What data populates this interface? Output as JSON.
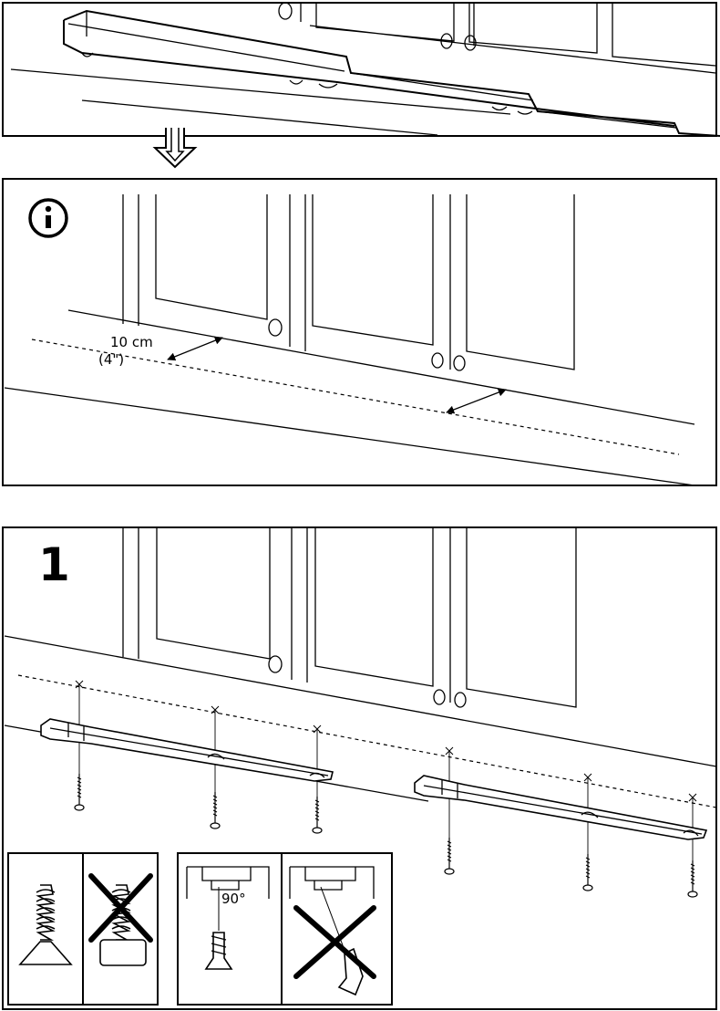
{
  "page": {
    "title": ""
  },
  "panel_info": {
    "icon": "info-icon",
    "icon_glyph": "i",
    "distance_metric": "10 cm",
    "distance_imperial": "(4\")"
  },
  "panel_step1": {
    "step_number": "1",
    "angle_label": "90°",
    "hints": [
      {
        "id": "screw-correct",
        "state": "correct"
      },
      {
        "id": "screw-wrong",
        "state": "wrong"
      },
      {
        "id": "angle-correct",
        "state": "correct"
      },
      {
        "id": "angle-wrong",
        "state": "wrong"
      }
    ]
  }
}
